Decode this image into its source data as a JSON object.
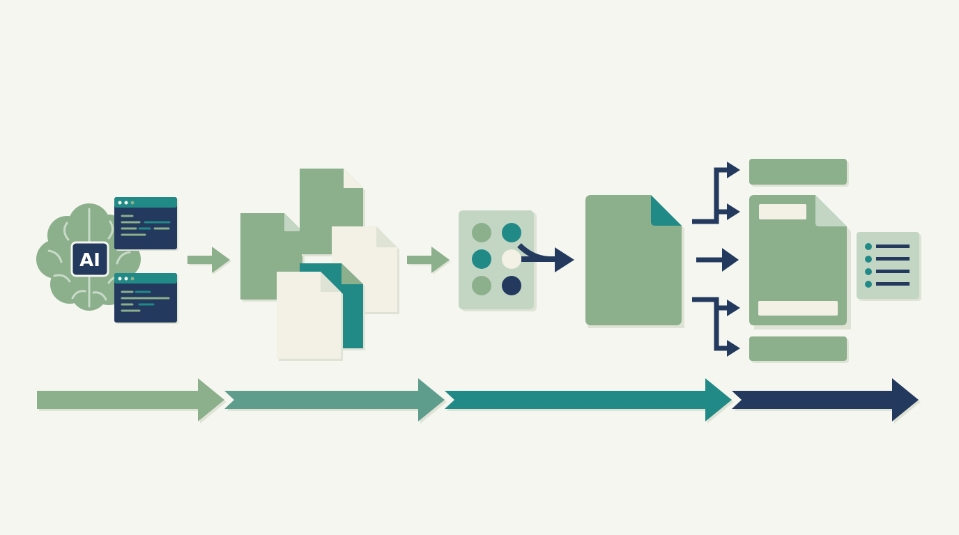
{
  "colors": {
    "background": "#f4f6ef",
    "sage": "#8caf8c",
    "sage_light": "#c3d6c4",
    "sage_mid": "#5e9c8c",
    "teal": "#218a87",
    "navy": "#23395d",
    "cream": "#f3f0e5",
    "shadow": "#dfe3d6"
  },
  "ai_badge": {
    "label": "AI"
  },
  "icons": [
    "brain-icon",
    "code-window-icon",
    "document-stack-icon",
    "dot-grid-icon",
    "document-icon",
    "branching-arrows-icon",
    "layout-document-icon",
    "checklist-icon"
  ],
  "stages": [
    {
      "name": "ai-code-generation"
    },
    {
      "name": "document-collection"
    },
    {
      "name": "classification"
    },
    {
      "name": "consolidated-document"
    },
    {
      "name": "structured-output"
    }
  ],
  "timeline": {
    "segments": 4
  }
}
